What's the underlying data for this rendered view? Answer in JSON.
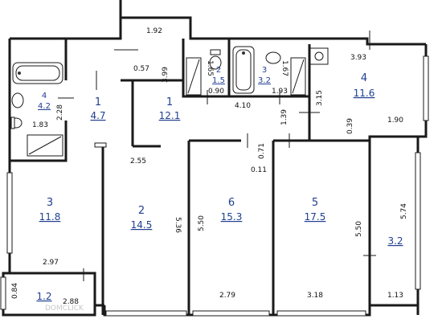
{
  "rooms": [
    {
      "id": "r3-left",
      "number": "3",
      "area": "11.8"
    },
    {
      "id": "r2-left",
      "number": "2",
      "area": "14.5"
    },
    {
      "id": "r6",
      "number": "6",
      "area": "15.3"
    },
    {
      "id": "r5",
      "number": "5",
      "area": "17.5"
    },
    {
      "id": "r4-right",
      "number": "4",
      "area": "11.6"
    },
    {
      "id": "r1-hall",
      "number": "1",
      "area": "12.1"
    },
    {
      "id": "r1-entry",
      "number": "1",
      "area": "4.7"
    },
    {
      "id": "r4-bath",
      "number": "4",
      "area": "4.2"
    },
    {
      "id": "r2-wc",
      "number": "2",
      "area": "1.5"
    },
    {
      "id": "r3-bath",
      "number": "3",
      "area": "3.2"
    },
    {
      "id": "loggia-right",
      "number": "",
      "area": "3.2"
    },
    {
      "id": "loggia-left",
      "number": "",
      "area": "1.2"
    }
  ],
  "dimensions": {
    "d_1_92": "1.92",
    "d_0_57": "0.57",
    "d_3_99": "3.99",
    "d_1_65": "1.65",
    "d_0_90": "0.90",
    "d_1_67": "1.67",
    "d_1_93": "1.93",
    "d_4_10": "4.10",
    "d_3_93": "3.93",
    "d_3_15": "3.15",
    "d_0_39": "0.39",
    "d_1_90": "1.90",
    "d_1_39": "1.39",
    "d_2_28": "2.28",
    "d_1_83": "1.83",
    "d_2_55": "2.55",
    "d_0_71": "0.71",
    "d_0_11": "0.11",
    "d_5_36": "5.36",
    "d_5_50_mid": "5.50",
    "d_5_50_right": "5.50",
    "d_5_74": "5.74",
    "d_2_97": "2.97",
    "d_0_84": "0.84",
    "d_2_88": "2.88",
    "d_2_79": "2.79",
    "d_3_18": "3.18",
    "d_1_13": "1.13"
  },
  "watermark": "DOMCLICK"
}
